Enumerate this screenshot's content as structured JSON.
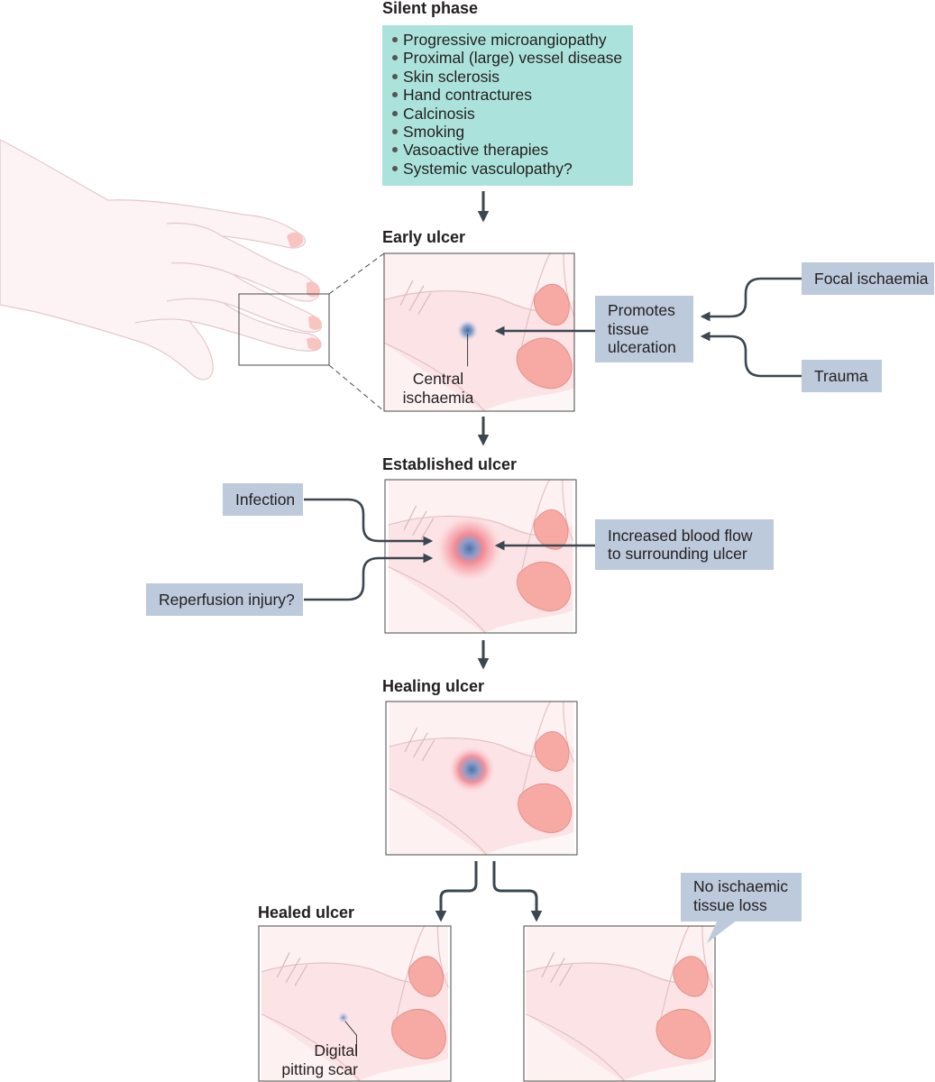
{
  "headings": {
    "silent": "Silent phase",
    "early": "Early ulcer",
    "established": "Established ulcer",
    "healing": "Healing ulcer",
    "healed": "Healed ulcer"
  },
  "silent_phase_items": [
    "Progressive microangiopathy",
    "Proximal (large) vessel disease",
    "Skin sclerosis",
    "Hand contractures",
    "Calcinosis",
    "Smoking",
    "Vasoactive therapies",
    "Systemic vasculopathy?"
  ],
  "early": {
    "focal": "Focal ischaemia",
    "trauma": "Trauma",
    "promotes_line1": "Promotes",
    "promotes_line2": "tissue",
    "promotes_line3": "ulceration",
    "central_line1": "Central",
    "central_line2": "ischaemia"
  },
  "established": {
    "infection": "Infection",
    "reperfusion": "Reperfusion injury?",
    "blood_line1": "Increased blood flow",
    "blood_line2": "to surrounding ulcer"
  },
  "healed": {
    "scar_line1": "Digital",
    "scar_line2": "pitting scar"
  },
  "outcome": {
    "no_loss_line1": "No ischaemic",
    "no_loss_line2": "tissue loss"
  },
  "colors": {
    "silent_box": "#abe3dc",
    "label_box": "#bccadb",
    "skin_light": "#fdf0f1",
    "skin_mid": "#fbd9da",
    "nail": "#f7a9a2",
    "arrow": "#3c4650",
    "ulcer_core": "#5b7fb1",
    "inflammation": "#f47b86"
  }
}
